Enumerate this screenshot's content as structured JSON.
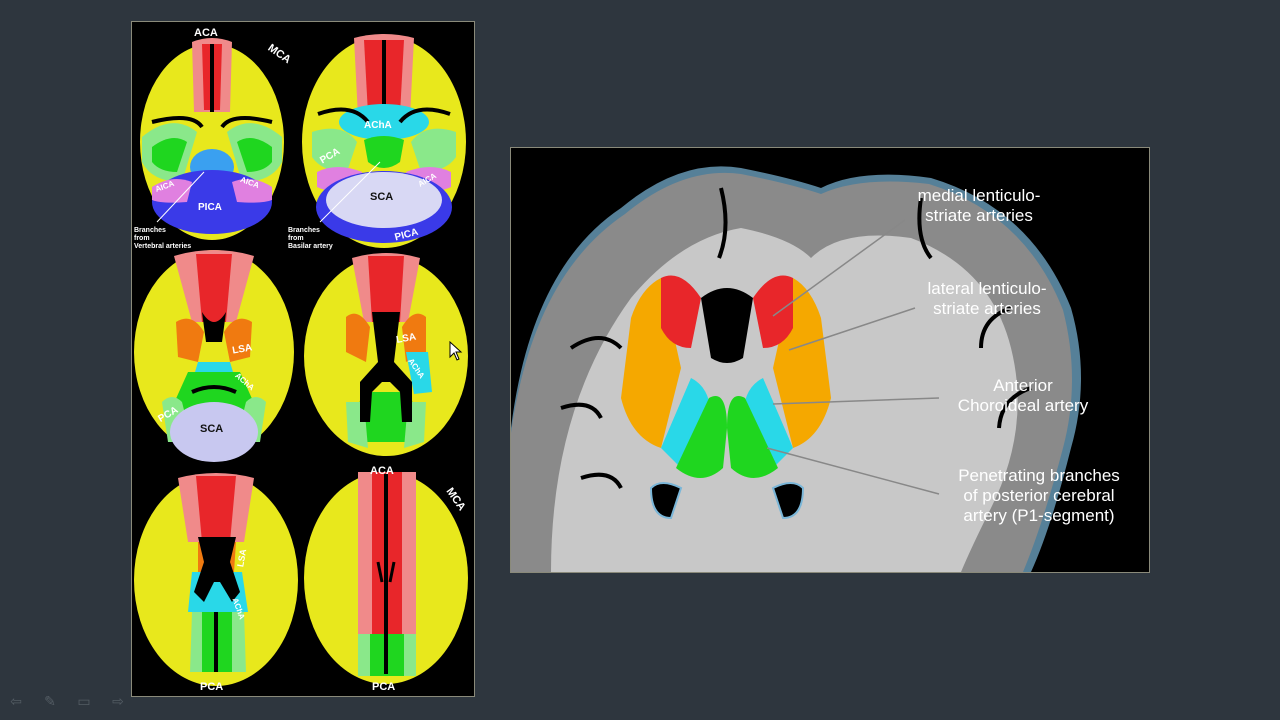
{
  "left_panel": {
    "labels": {
      "aca_top": "ACA",
      "mca_top": "MCA",
      "acha_top": "AChA",
      "pca_top": "PCA",
      "aica": "AICA",
      "pica": "PICA",
      "sca": "SCA",
      "branches_vertebral": [
        "Branches",
        "from",
        "Vertebral arteries"
      ],
      "branches_basilar": [
        "Branches",
        "from",
        "Basilar artery"
      ],
      "lsa": "LSA",
      "acha": "AChA",
      "pca": "PCA",
      "aca_bottom": "ACA",
      "mca_bottom": "MCA",
      "pca_bottom": "PCA"
    }
  },
  "right_panel": {
    "annotations": {
      "medial": [
        "medial lenticulo-",
        "striate arteries"
      ],
      "lateral": [
        "lateral lenticulo-",
        "striate arteries"
      ],
      "anterior": [
        "Anterior",
        "Choroideal artery"
      ],
      "penetrating": [
        "Penetrating branches",
        "of posterior cerebral",
        "artery (P1-segment)"
      ]
    }
  },
  "colors": {
    "background": "#2e363e",
    "aca": "#e8262a",
    "aca_light": "#f08a8a",
    "mca": "#f3f22c",
    "pca": "#1fd61f",
    "pca_light": "#8ae88a",
    "acha": "#29d8e8",
    "lsa": "#f07a10",
    "sca": "#c8c8f0",
    "pica": "#3a3ae8",
    "aica": "#e080e0",
    "lateral_lsa": "#f5a800",
    "cortex": "#8a8a8a",
    "white_matter": "#c8c8c8"
  },
  "toolbar": {
    "icons": [
      "arrow-left-icon",
      "pen-icon",
      "screen-icon",
      "arrow-right-icon"
    ]
  }
}
